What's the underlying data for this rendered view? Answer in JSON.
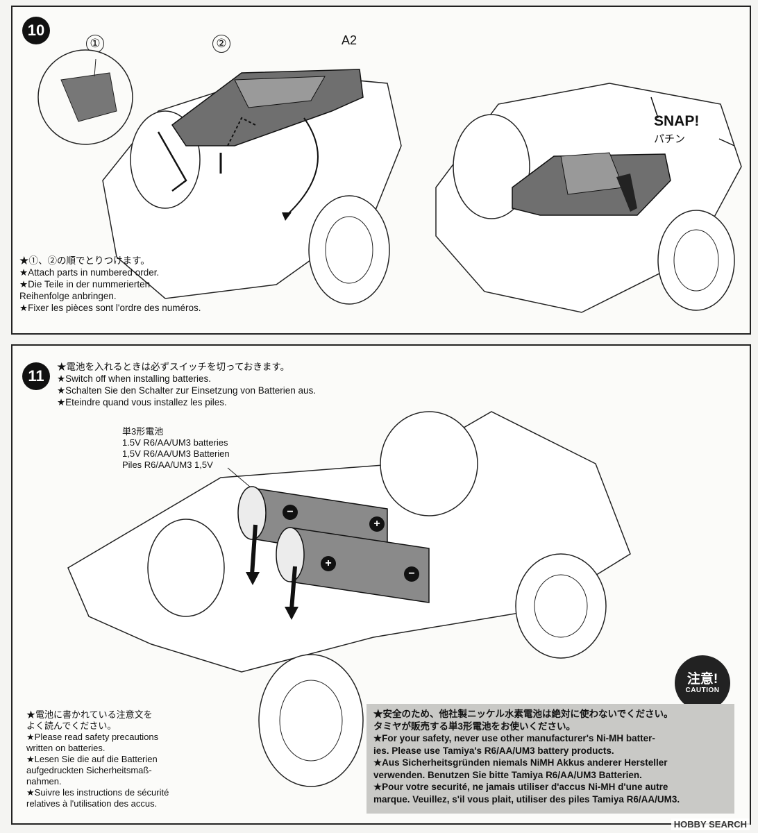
{
  "step10": {
    "number": "10",
    "callout1": "①",
    "callout2": "②",
    "part": "A2",
    "snap": "SNAP!",
    "snap_jp": "パチン",
    "notes": [
      "★①、②の順でとりつけます。",
      "★Attach parts in numbered order.",
      "★Die Teile in der nummerierten",
      "Reihenfolge anbringen.",
      "★Fixer les pièces sont l'ordre des numéros."
    ]
  },
  "step11": {
    "number": "11",
    "notes": [
      "★電池を入れるときは必ずスイッチを切っておきます。",
      "★Switch off when installing batteries.",
      "★Schalten Sie den Schalter zur Einsetzung von Batterien aus.",
      "★Eteindre quand vous installez les piles."
    ],
    "battery_label": [
      "単3形電池",
      "1.5V R6/AA/UM3 batteries",
      "1,5V R6/AA/UM3 Batterien",
      "Piles R6/AA/UM3 1,5V"
    ],
    "minus": "−",
    "plus": "+",
    "caution_jp": "注意!",
    "caution_en": "CAUTION",
    "safety_left": [
      "★電池に書かれている注意文を",
      "よく読んでください。",
      "★Please read safety precautions",
      "written on batteries.",
      "★Lesen Sie die auf die Batterien",
      "aufgedruckten Sicherheitsmaß-",
      "nahmen.",
      "★Suivre les instructions de sécurité",
      "relatives à l'utilisation des accus."
    ],
    "safety_box": [
      "★安全のため、他社製ニッケル水素電池は絶対に使わないでください。",
      "タミヤが販売する単3形電池をお使いください。",
      "★For your safety, never use other manufacturer's Ni-MH batter-",
      "ies. Please use Tamiya's R6/AA/UM3 battery products.",
      "★Aus Sicherheitsgründen niemals NiMH Akkus anderer Hersteller",
      "verwenden. Benutzen Sie bitte Tamiya R6/AA/UM3 Batterien.",
      "★Pour votre securité, ne jamais utiliser d'accus Ni-MH d'une autre",
      "marque. Veuillez, s'il vous plait, utiliser des piles Tamiya R6/AA/UM3."
    ]
  },
  "watermark": "HOBBY SEARCH"
}
